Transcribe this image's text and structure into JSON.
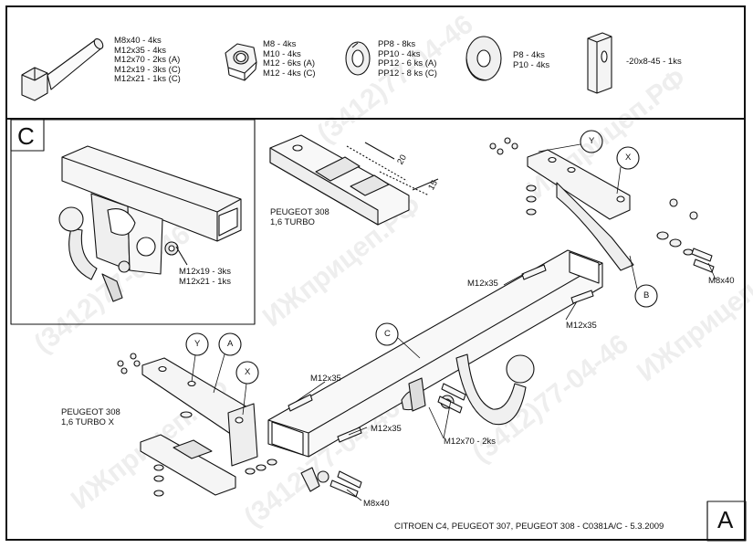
{
  "parts_header": {
    "bolt_list": [
      "M8x40 - 4ks",
      "M12x35 - 4ks",
      "M12x70 - 2ks (A)",
      "M12x19 - 3ks (C)",
      "M12x21 - 1ks (C)"
    ],
    "nut_list": [
      "M8 - 4ks",
      "M10 - 4ks",
      "M12 - 6ks (A)",
      "M12 - 4ks (C)"
    ],
    "washer_list": [
      "PP8 - 8ks",
      "PP10 - 4ks",
      "PP12 - 6 ks (A)",
      "PP12 - 8 ks (C)"
    ],
    "plain_washer_list": [
      "P8 - 4ks",
      "P10 - 4ks"
    ],
    "plate_label": "-20x8-45 - 1ks"
  },
  "detail_c": {
    "letter": "C",
    "bolts_label": [
      "M12x19 - 3ks",
      "M12x21 - 1ks"
    ]
  },
  "bracket_detail": {
    "model_label": [
      "PEUGEOT 308",
      "1,6 TURBO"
    ],
    "dim_20": "20",
    "dim_15": "15"
  },
  "main_drawing": {
    "left_model_label": [
      "PEUGEOT 308",
      "1,6 TURBO X"
    ],
    "callout_y_left": "Y",
    "callout_a": "A",
    "callout_x_left": "X",
    "callout_c": "C",
    "callout_y_right": "Y",
    "callout_x_right": "X",
    "callout_b": "B",
    "bolt_m12x35_1": "M12x35",
    "bolt_m12x35_2": "M12x35",
    "bolt_m12x35_3": "M12x35",
    "bolt_m12x35_4": "M12x35",
    "bolt_m12x70": "M12x70 - 2ks",
    "bolt_m8x40_left": "M8x40",
    "bolt_m8x40_right": "M8x40"
  },
  "footer": {
    "caption": "CITROEN C4, PEUGEOT 307, PEUGEOT 308 - C0381A/C - 5.3.2009",
    "sheet_letter": "A"
  },
  "watermarks": [
    "(3412)77-04-46",
    "ИЖприцеп.РФ",
    "(3412)77-04-46",
    "ИЖприцеп.РФ",
    "(3412)77-04-46",
    "ИЖприцеп.РФ",
    "(3412)77-04-46",
    "ИЖприцеп.РФ"
  ]
}
